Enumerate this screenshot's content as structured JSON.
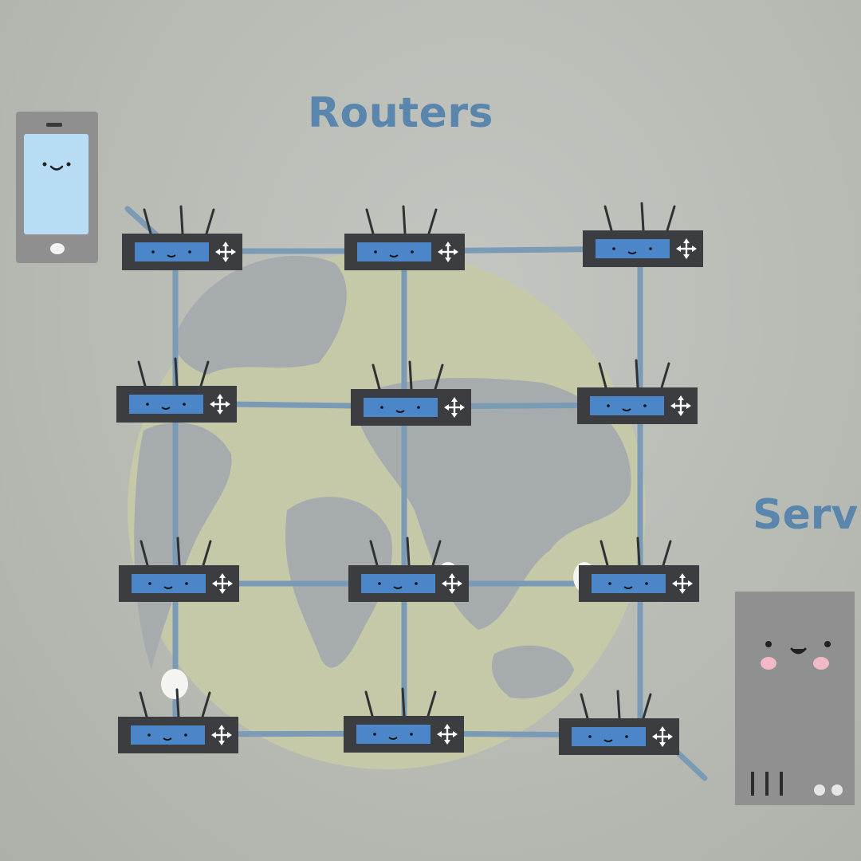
{
  "title": "Routers",
  "server_label": "Serv",
  "colors": {
    "label": "#5a86ad",
    "link": "#7b9ab6",
    "globe": "#c6c9a8",
    "continent": "#a6acad",
    "router_body": "#3b3d40",
    "router_screen": "#4a86c8",
    "phone_screen": "#b7dcf3",
    "server_body": "#909090",
    "packet": "#f4f4f0"
  },
  "icons": {
    "phone": "smartphone-icon",
    "server": "server-icon",
    "router": "router-icon",
    "globe": "globe-icon"
  },
  "routers": {
    "rows": 4,
    "columns": 3,
    "count": 12
  }
}
